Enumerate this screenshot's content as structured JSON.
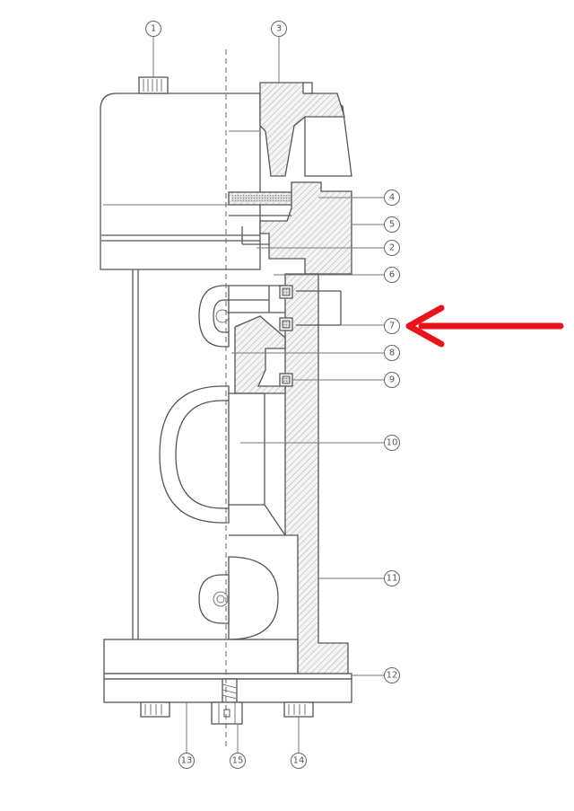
{
  "diagram": {
    "labels": {
      "c1": "1",
      "c2": "2",
      "c3": "3",
      "c4": "4",
      "c5": "5",
      "c6": "6",
      "c7": "7",
      "c8": "8",
      "c9": "9",
      "c10": "10",
      "c11": "11",
      "c12": "12",
      "c13": "13",
      "c14": "14",
      "c15": "15"
    },
    "highlight_color": "#e8141b",
    "highlighted_part": "7"
  }
}
